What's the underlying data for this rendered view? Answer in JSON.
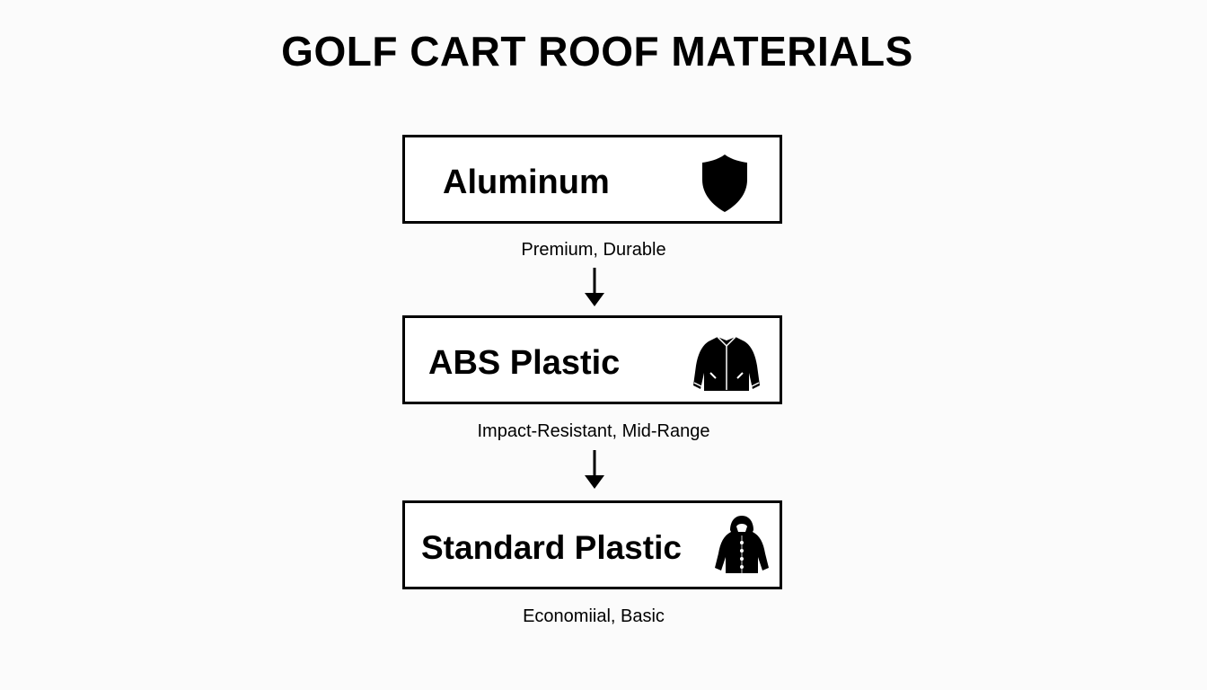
{
  "title": "GOLF CART ROOF MATERIALS",
  "materials": [
    {
      "name": "Aluminum",
      "description": "Premium, Durable",
      "icon": "shield-icon"
    },
    {
      "name": "ABS Plastic",
      "description": "Impact-Resistant, Mid-Range",
      "icon": "jacket-icon"
    },
    {
      "name": "Standard Plastic",
      "description": "Economiial, Basic",
      "icon": "raincoat-icon"
    }
  ],
  "colors": {
    "background": "#fbfbfb",
    "box_fill": "#ffffff",
    "ink": "#000000"
  }
}
